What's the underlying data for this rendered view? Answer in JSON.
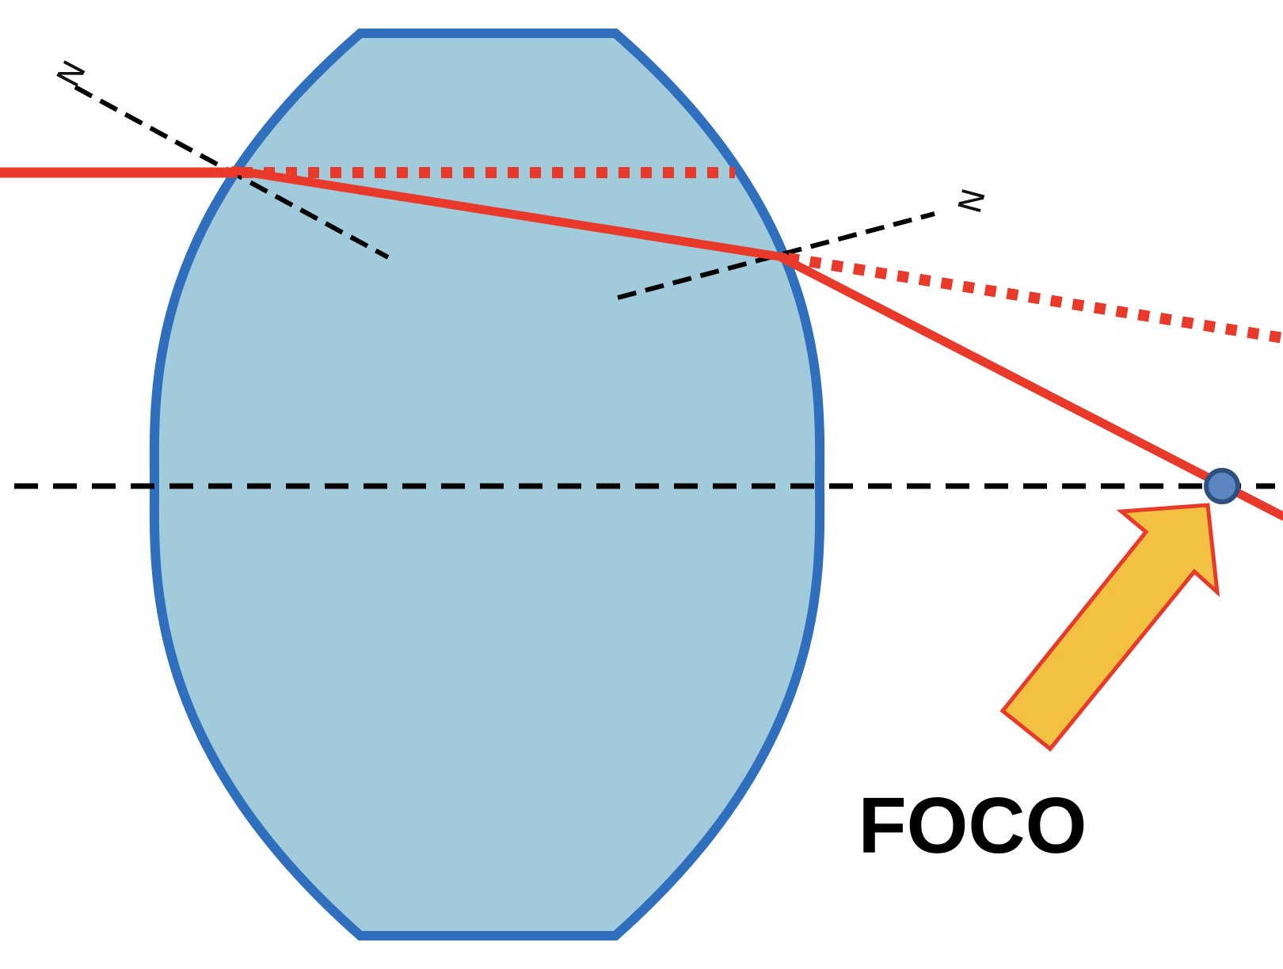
{
  "diagram": {
    "normal_label_left": "N",
    "normal_label_right": "N",
    "focus_label": "FOCO"
  },
  "colors": {
    "lens_fill": "#a1cadb",
    "lens_stroke": "#2f6fbe",
    "ray": "#e8392a",
    "dash_line": "#000000",
    "arrow_fill": "#f3c141",
    "arrow_stroke": "#e8392a",
    "focal_point_fill": "#5b86c2",
    "focal_point_stroke": "#2f4f7e"
  }
}
